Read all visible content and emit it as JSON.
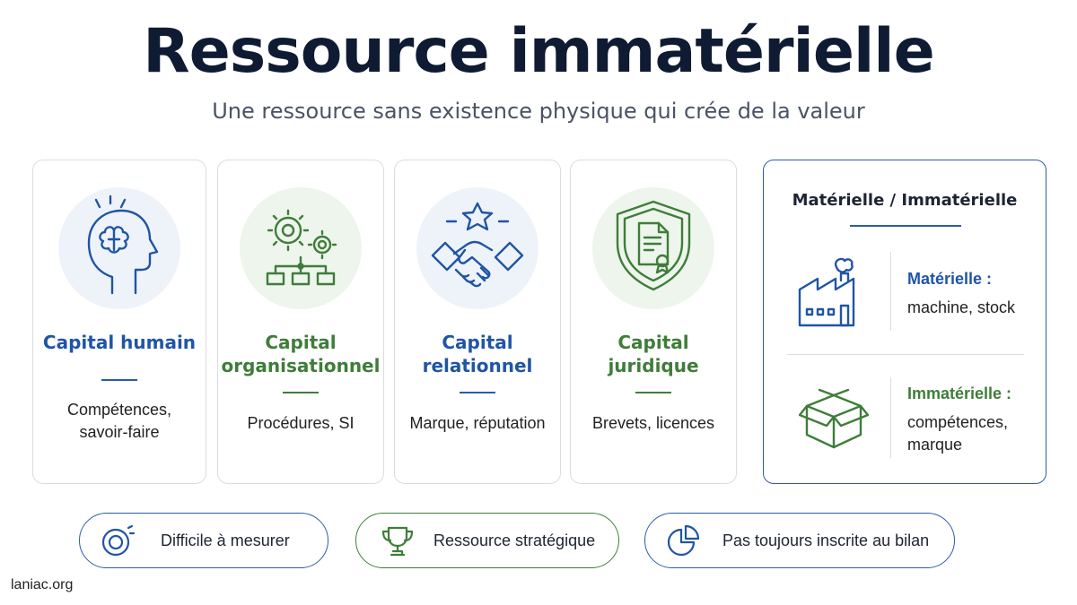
{
  "header": {
    "title": "Ressource immatérielle",
    "subtitle": "Une ressource sans existence physique qui crée de la valeur"
  },
  "cards": [
    {
      "title_line1": "Capital humain",
      "title_line2": "",
      "desc_line1": "Compétences,",
      "desc_line2": "savoir-faire",
      "icon": "brain-head-icon",
      "accent": "#2055a5"
    },
    {
      "title_line1": "Capital",
      "title_line2": "organisationnel",
      "desc_line1": "Procédures, SI",
      "desc_line2": "",
      "icon": "gears-org-chart-icon",
      "accent": "#3f7d3a"
    },
    {
      "title_line1": "Capital",
      "title_line2": "relationnel",
      "desc_line1": "Marque, réputation",
      "desc_line2": "",
      "icon": "handshake-star-icon",
      "accent": "#2055a5"
    },
    {
      "title_line1": "Capital",
      "title_line2": "juridique",
      "desc_line1": "Brevets, licences",
      "desc_line2": "",
      "icon": "shield-document-icon",
      "accent": "#3f7d3a"
    }
  ],
  "comparison": {
    "title": "Matérielle / Immatérielle",
    "material": {
      "label": "Matérielle :",
      "value": "machine, stock",
      "icon": "factory-icon"
    },
    "immaterial": {
      "label": "Immatérielle :",
      "value_line1": "compétences,",
      "value_line2": "marque",
      "icon": "open-box-icon"
    }
  },
  "pills": [
    {
      "text": "Difficile à mesurer",
      "icon": "target-icon"
    },
    {
      "text": "Ressource stratégique",
      "icon": "trophy-icon"
    },
    {
      "text": "Pas toujours inscrite au bilan",
      "icon": "pie-chart-icon"
    }
  ],
  "footer": {
    "source": "laniac.org"
  },
  "colors": {
    "blue": "#2055a5",
    "green": "#3f7d3a",
    "title": "#0f1b33"
  }
}
